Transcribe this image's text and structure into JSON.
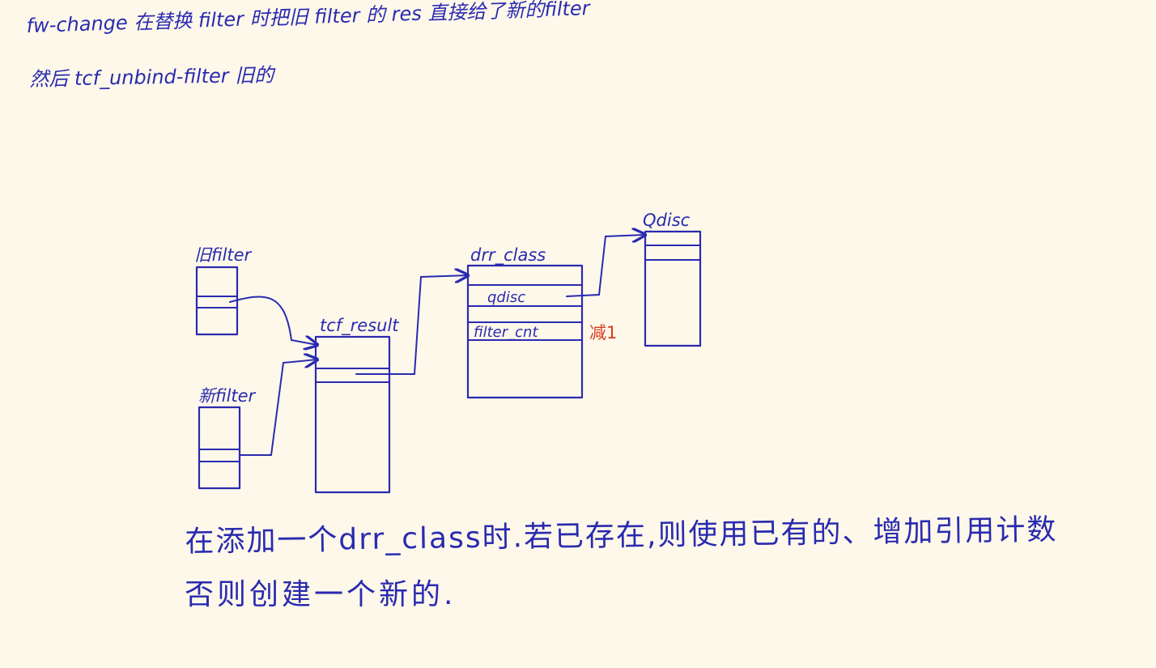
{
  "notes": {
    "top_line_1": "fw-change 在替换 filter 时把旧 filter 的 res 直接给了新的filter",
    "top_line_2": "然后 tcf_unbind-filter 旧的",
    "bottom_line_1": "在添加一个drr_class时.若已存在,则使用已有的、增加引用计数",
    "bottom_line_2": "否则创建一个新的."
  },
  "diagram": {
    "old_filter_label": "旧filter",
    "new_filter_label": "新filter",
    "tcf_result_label": "tcf_result",
    "drr_class_label": "drr_class",
    "drr_class_field_qdisc": "qdisc",
    "drr_class_field_filter_cnt": "filter_cnt",
    "filter_cnt_note": "减1",
    "qdisc_label": "Qdisc",
    "ink_color": "#2a2ab0",
    "note_color": "#d93a1c"
  }
}
